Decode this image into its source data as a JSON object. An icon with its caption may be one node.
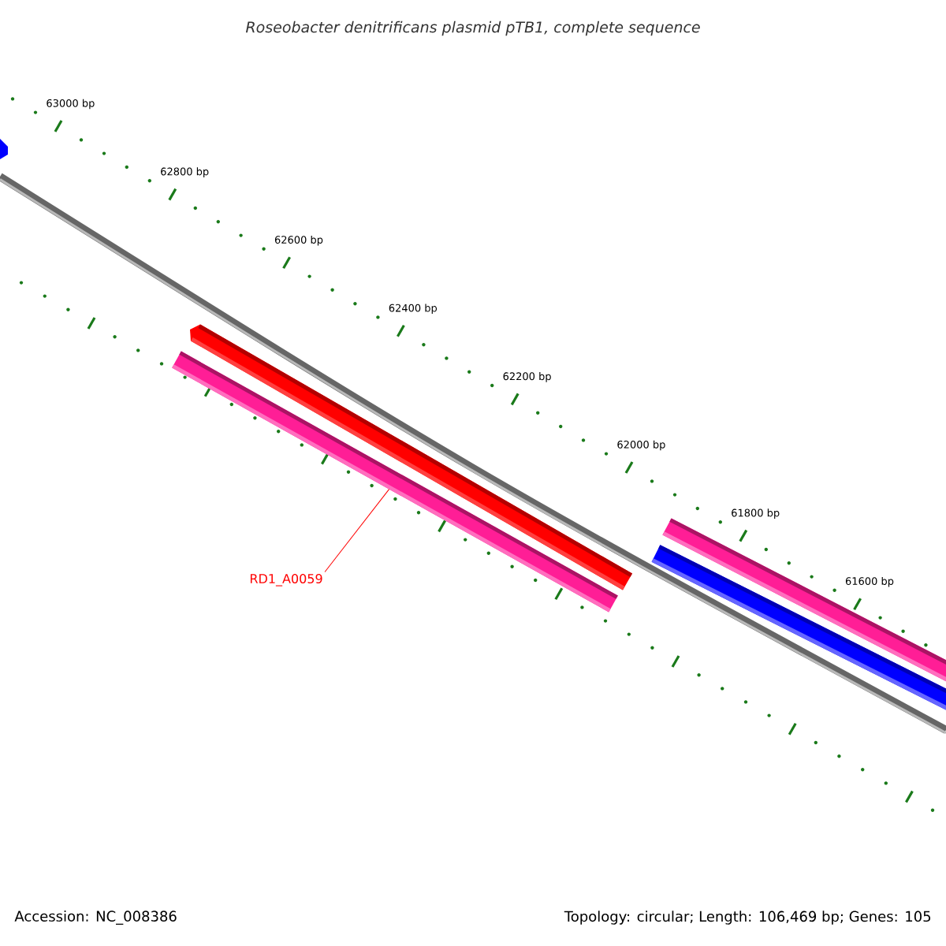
{
  "diagram": {
    "title": "Roseobacter denitrificans plasmid pTB1, complete sequence",
    "nodes": [
      {
        "text": [
          "RD1_A0059"
        ]
      },
      {
        "text": [],
        "shape": "bar"
      }
    ],
    "edges": [
      {
        "from": 0,
        "to": 1,
        "arrow": "none"
      }
    ],
    "labels": [
      "63000 bp",
      "62800 bp",
      "62600 bp",
      "62400 bp",
      "62200 bp",
      "62000 bp",
      "61800 bp",
      "61600 bp",
      "Accession: NC_008386",
      "Topology: circular; Length: 106,469 bp; Genes: 105"
    ]
  }
}
